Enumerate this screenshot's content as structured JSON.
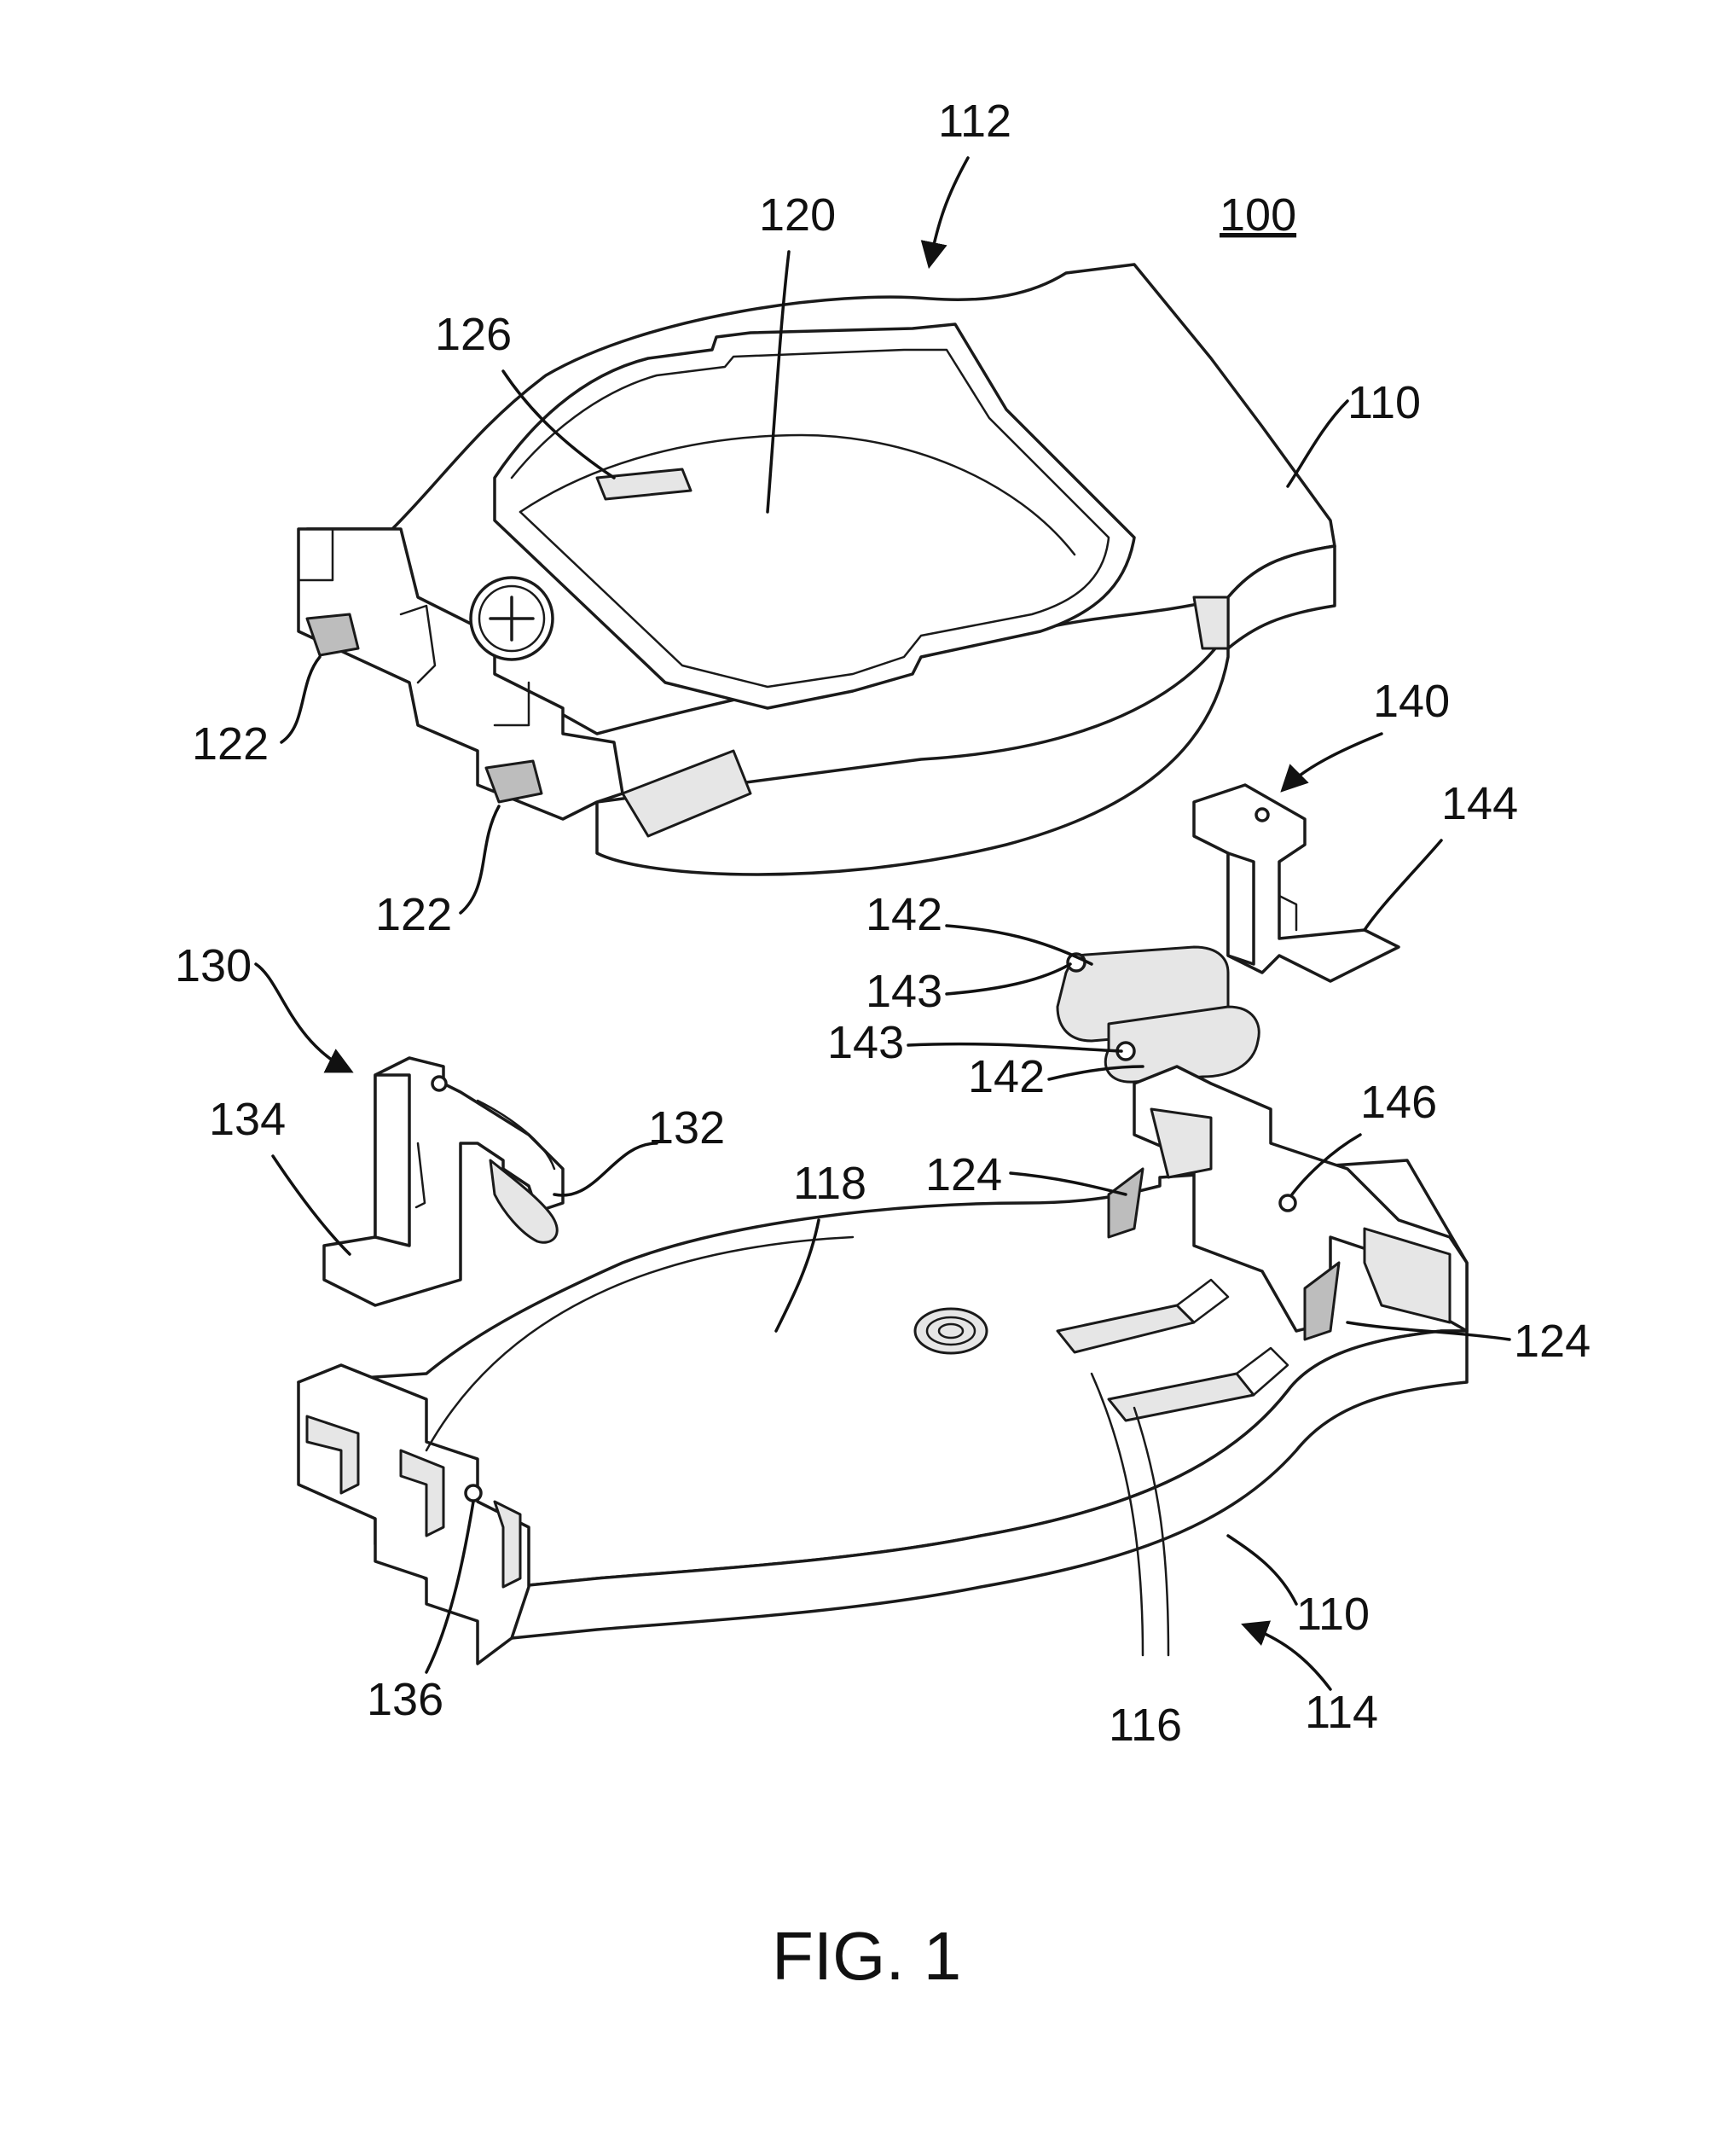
{
  "figure": {
    "caption": "FIG. 1",
    "assembly_ref": "100"
  },
  "refs": {
    "r112": "112",
    "r120": "120",
    "r126": "126",
    "r110_top": "110",
    "r122_a": "122",
    "r122_b": "122",
    "r140": "140",
    "r144": "144",
    "r142_a": "142",
    "r143_a": "143",
    "r143_b": "143",
    "r142_b": "142",
    "r130": "130",
    "r134": "134",
    "r132": "132",
    "r146": "146",
    "r124_a": "124",
    "r118": "118",
    "r124_b": "124",
    "r110_bottom": "110",
    "r136": "136",
    "r116": "116",
    "r114": "114"
  },
  "colors": {
    "ink": "#1a1a1a",
    "paper": "#ffffff"
  }
}
